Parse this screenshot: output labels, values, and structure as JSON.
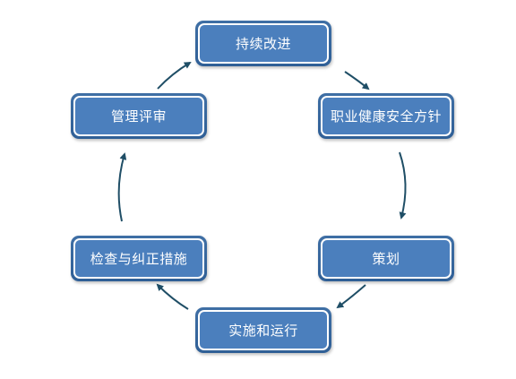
{
  "colors": {
    "node_fill": "#4b7fbd",
    "node_border": "#2f5f96",
    "node_text": "#ffffff",
    "arrow": "#1f4e66"
  },
  "nodes": {
    "continuous_improvement": "持续改进",
    "ohs_policy": "职业健康安全方针",
    "planning": "策划",
    "implementation": "实施和运行",
    "checking": "检查与纠正措施",
    "management_review": "管理评审"
  }
}
